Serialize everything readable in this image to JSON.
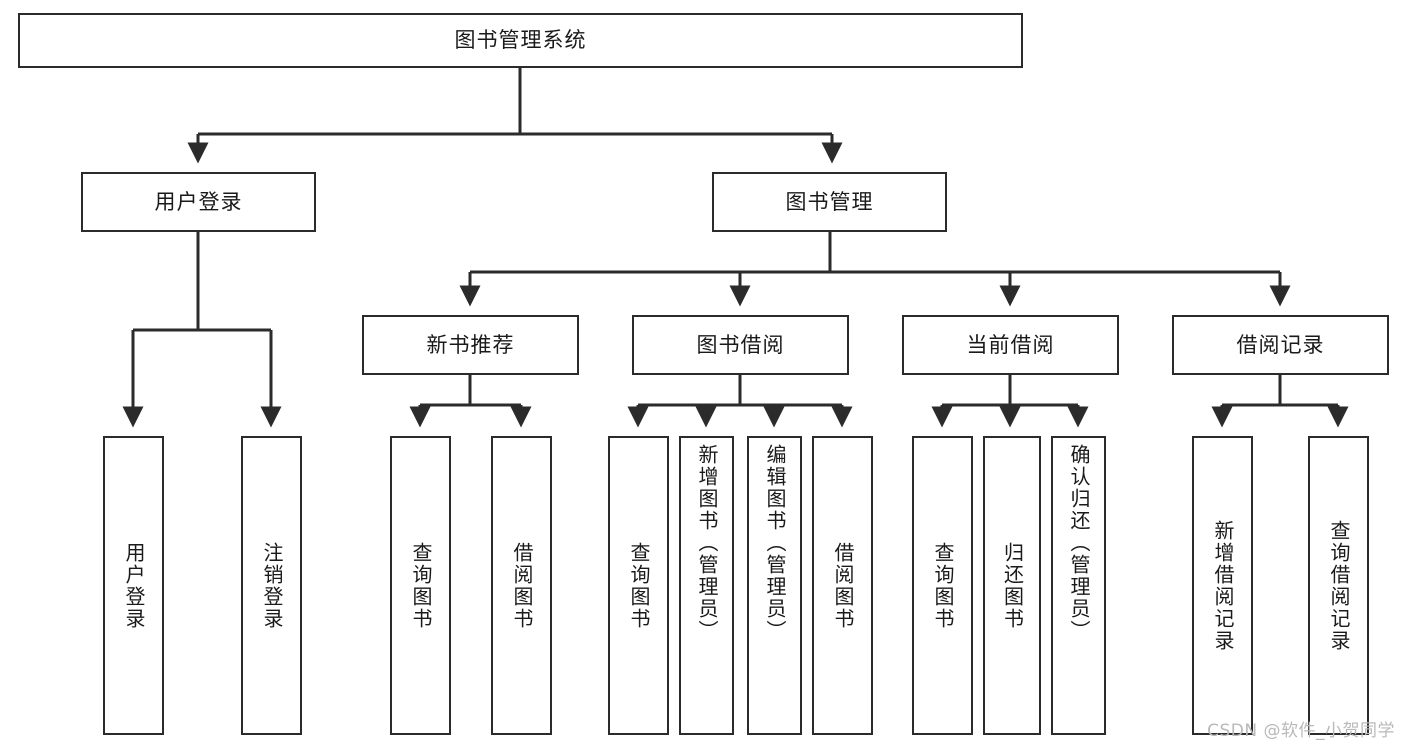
{
  "diagram": {
    "type": "tree-hierarchy",
    "title": "图书管理系统",
    "root": {
      "id": "root",
      "label": "图书管理系统",
      "orientation": "horizontal"
    },
    "level2": [
      {
        "id": "user-login",
        "label": "用户登录",
        "orientation": "horizontal"
      },
      {
        "id": "book-manage",
        "label": "图书管理",
        "orientation": "horizontal"
      }
    ],
    "level3": [
      {
        "id": "new-book-recommend",
        "label": "新书推荐",
        "orientation": "horizontal",
        "parent": "book-manage"
      },
      {
        "id": "book-borrow",
        "label": "图书借阅",
        "orientation": "horizontal",
        "parent": "book-manage"
      },
      {
        "id": "current-borrow",
        "label": "当前借阅",
        "orientation": "horizontal",
        "parent": "book-manage"
      },
      {
        "id": "borrow-record",
        "label": "借阅记录",
        "orientation": "horizontal",
        "parent": "book-manage"
      }
    ],
    "leaves": [
      {
        "id": "leaf-user-login",
        "label": "用户登录",
        "parent": "user-login",
        "orientation": "vertical",
        "align": "middle"
      },
      {
        "id": "leaf-user-logout",
        "label": "注销登录",
        "parent": "user-login",
        "orientation": "vertical",
        "align": "middle"
      },
      {
        "id": "leaf-query-book-1",
        "label": "查询图书",
        "parent": "new-book-recommend",
        "orientation": "vertical",
        "align": "middle"
      },
      {
        "id": "leaf-borrow-book-1",
        "label": "借阅图书",
        "parent": "new-book-recommend",
        "orientation": "vertical",
        "align": "middle"
      },
      {
        "id": "leaf-query-book-2",
        "label": "查询图书",
        "parent": "book-borrow",
        "orientation": "vertical",
        "align": "middle"
      },
      {
        "id": "leaf-add-book-admin",
        "label": "新增图书（管理员）",
        "parent": "book-borrow",
        "orientation": "vertical",
        "align": "top"
      },
      {
        "id": "leaf-edit-book-admin",
        "label": "编辑图书（管理员）",
        "parent": "book-borrow",
        "orientation": "vertical",
        "align": "top"
      },
      {
        "id": "leaf-borrow-book-2",
        "label": "借阅图书",
        "parent": "book-borrow",
        "orientation": "vertical",
        "align": "middle"
      },
      {
        "id": "leaf-query-book-3",
        "label": "查询图书",
        "parent": "current-borrow",
        "orientation": "vertical",
        "align": "middle"
      },
      {
        "id": "leaf-return-book",
        "label": "归还图书",
        "parent": "current-borrow",
        "orientation": "vertical",
        "align": "middle"
      },
      {
        "id": "leaf-confirm-return-admin",
        "label": "确认归还（管理员）",
        "parent": "current-borrow",
        "orientation": "vertical",
        "align": "top"
      },
      {
        "id": "leaf-add-borrow-record",
        "label": "新增借阅记录",
        "parent": "borrow-record",
        "orientation": "vertical",
        "align": "middle"
      },
      {
        "id": "leaf-query-borrow-record",
        "label": "查询借阅记录",
        "parent": "borrow-record",
        "orientation": "vertical",
        "align": "middle"
      }
    ],
    "colors": {
      "border": "#2b2b2b",
      "background": "#ffffff",
      "text": "#1a1a1a",
      "connector": "#2b2b2b",
      "watermark": "#b9b9b9"
    }
  },
  "watermark": {
    "text": "CSDN @软件_小贺同学"
  }
}
